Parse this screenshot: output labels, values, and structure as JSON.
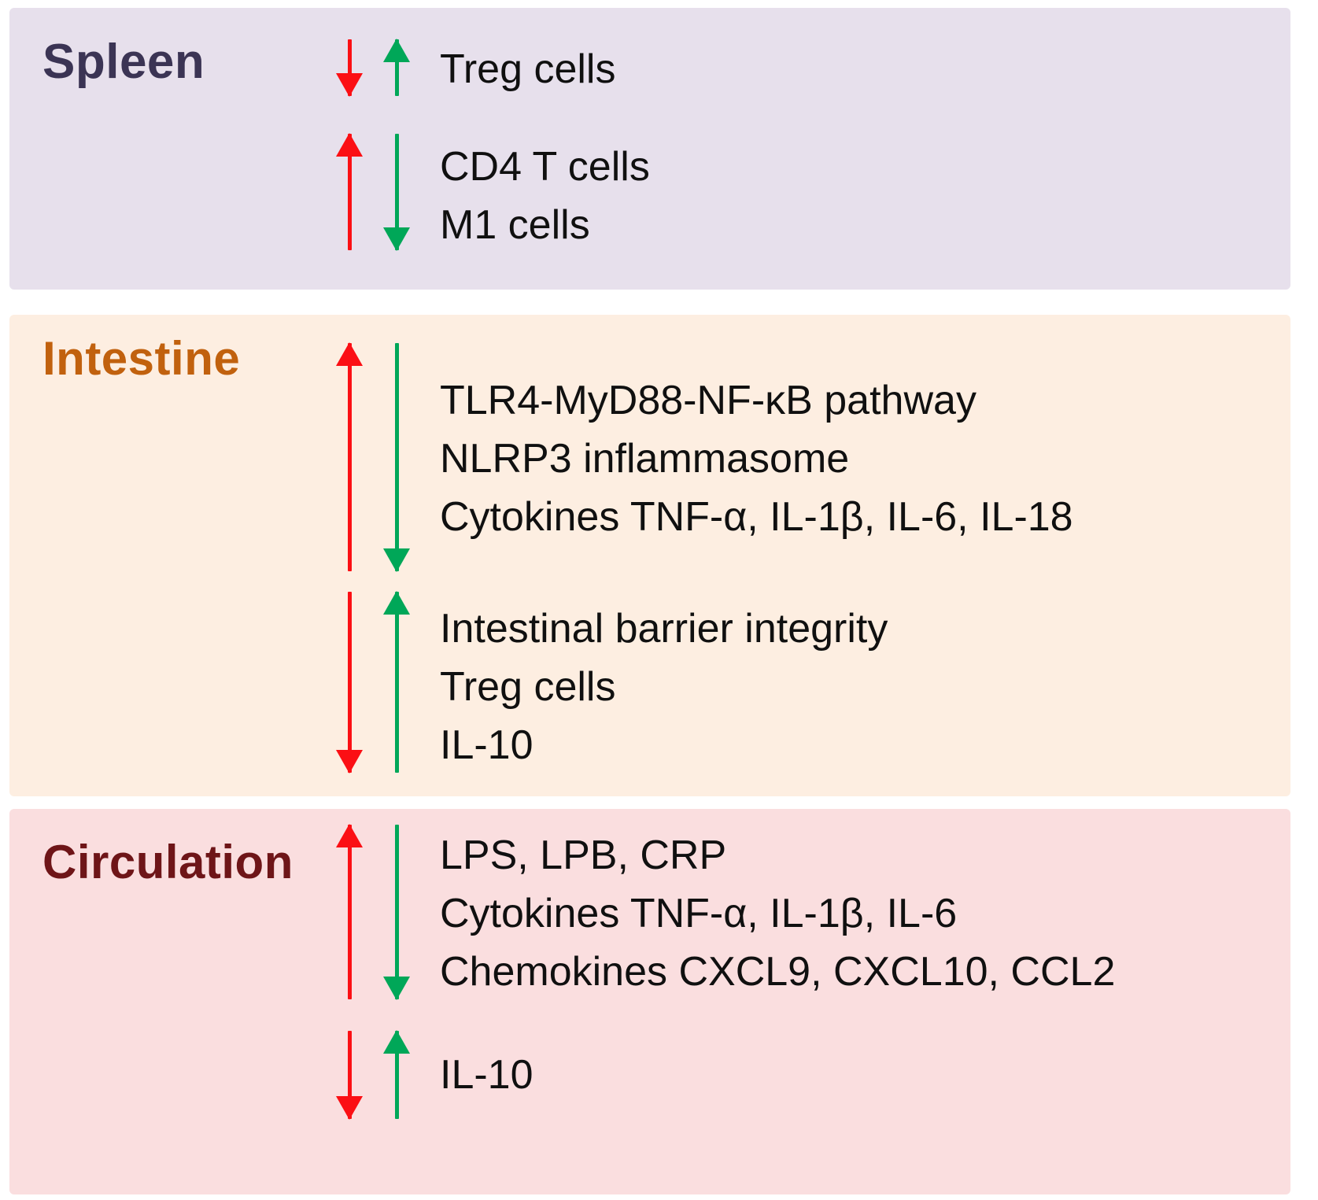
{
  "diagram": {
    "title_hidden": "",
    "colors": {
      "increase_arrow": "#fb0f14",
      "decrease_arrow": "#00a758",
      "spleen_bg": "#e7e0ec",
      "spleen_title": "#3b3454",
      "intestine_bg": "#fdeee1",
      "intestine_title": "#c1610e",
      "circulation_bg": "#fadedf",
      "circulation_title": "#6e1518",
      "text": "#101010"
    }
  },
  "sections": [
    {
      "id": "spleen",
      "title": "Spleen",
      "groups": [
        {
          "id": "spleen-group-1",
          "red_arrow": "down",
          "green_arrow": "up",
          "items": [
            "Treg cells"
          ]
        },
        {
          "id": "spleen-group-2",
          "red_arrow": "up",
          "green_arrow": "down",
          "items": [
            "CD4 T cells",
            "M1 cells"
          ]
        }
      ]
    },
    {
      "id": "intestine",
      "title": "Intestine",
      "groups": [
        {
          "id": "intestine-group-1",
          "red_arrow": "up",
          "green_arrow": "down",
          "items": [
            "TLR4-MyD88-NF-κB pathway",
            "NLRP3 inflammasome",
            "Cytokines TNF-α, IL-1β, IL-6, IL-18"
          ]
        },
        {
          "id": "intestine-group-2",
          "red_arrow": "down",
          "green_arrow": "up",
          "items": [
            "Intestinal barrier integrity",
            "Treg cells",
            "IL-10"
          ]
        }
      ]
    },
    {
      "id": "circulation",
      "title": "Circulation",
      "groups": [
        {
          "id": "circulation-group-1",
          "red_arrow": "up",
          "green_arrow": "down",
          "items": [
            "LPS, LPB, CRP",
            "Cytokines TNF-α, IL-1β, IL-6",
            "Chemokines  CXCL9, CXCL10, CCL2"
          ]
        },
        {
          "id": "circulation-group-2",
          "red_arrow": "down",
          "green_arrow": "up",
          "items": [
            "IL-10"
          ]
        }
      ]
    }
  ]
}
